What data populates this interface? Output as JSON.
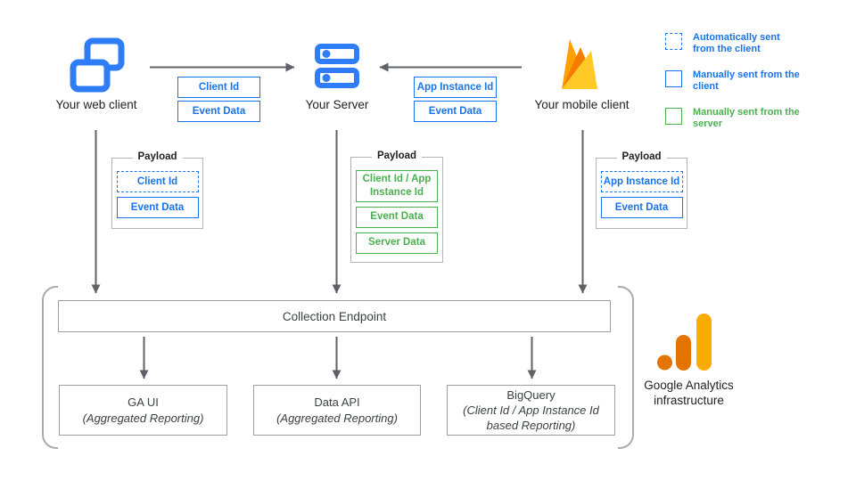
{
  "nodes": {
    "web_client": {
      "label": "Your web client",
      "icon": "overlapping-windows-icon"
    },
    "server": {
      "label": "Your Server",
      "icon": "server-stack-icon"
    },
    "mobile_client": {
      "label": "Your mobile client",
      "icon": "firebase-flame-icon"
    }
  },
  "edges": {
    "web_to_server": {
      "labels": [
        "Client Id",
        "Event Data"
      ]
    },
    "mobile_to_server": {
      "labels": [
        "App Instance Id",
        "Event Data"
      ]
    }
  },
  "legend": {
    "items": [
      {
        "label": "Automatically sent from the client",
        "style": "dashed-blue"
      },
      {
        "label": "Manually sent from the client",
        "style": "solid-blue"
      },
      {
        "label": "Manually sent from the server",
        "style": "solid-green"
      }
    ]
  },
  "payloads": [
    {
      "title": "Payload",
      "owner": "web-client",
      "items": [
        {
          "label": "Client Id",
          "style": "dashed-blue"
        },
        {
          "label": "Event Data",
          "style": "solid-blue"
        }
      ]
    },
    {
      "title": "Payload",
      "owner": "server",
      "items": [
        {
          "label": "Client Id / App Instance Id",
          "style": "solid-green"
        },
        {
          "label": "Event Data",
          "style": "solid-green"
        },
        {
          "label": "Server Data",
          "style": "solid-green"
        }
      ]
    },
    {
      "title": "Payload",
      "owner": "mobile-client",
      "items": [
        {
          "label": "App Instance Id",
          "style": "dashed-blue"
        },
        {
          "label": "Event Data",
          "style": "solid-blue"
        }
      ]
    }
  ],
  "infrastructure": {
    "endpoint_label": "Collection Endpoint",
    "outputs": [
      {
        "name": "GA UI",
        "subtitle": "(Aggregated Reporting)"
      },
      {
        "name": "Data API",
        "subtitle": "(Aggregated Reporting)"
      },
      {
        "name": "BigQuery",
        "subtitle": "(Client Id / App Instance Id based Reporting)"
      }
    ],
    "caption": "Google Analytics infrastructure",
    "logo_icon": "google-analytics-bars-icon"
  },
  "colors": {
    "blue": "#1a73e8",
    "green": "#4caf50",
    "icon_blue": "#2e7df6",
    "arrow_gray": "#5f6368",
    "firebase_orange": "#FFA000",
    "firebase_dark_orange": "#F57C00",
    "firebase_yellow": "#FFCA28",
    "ga_dark_orange": "#E37400",
    "ga_yellow": "#F9AB00"
  }
}
